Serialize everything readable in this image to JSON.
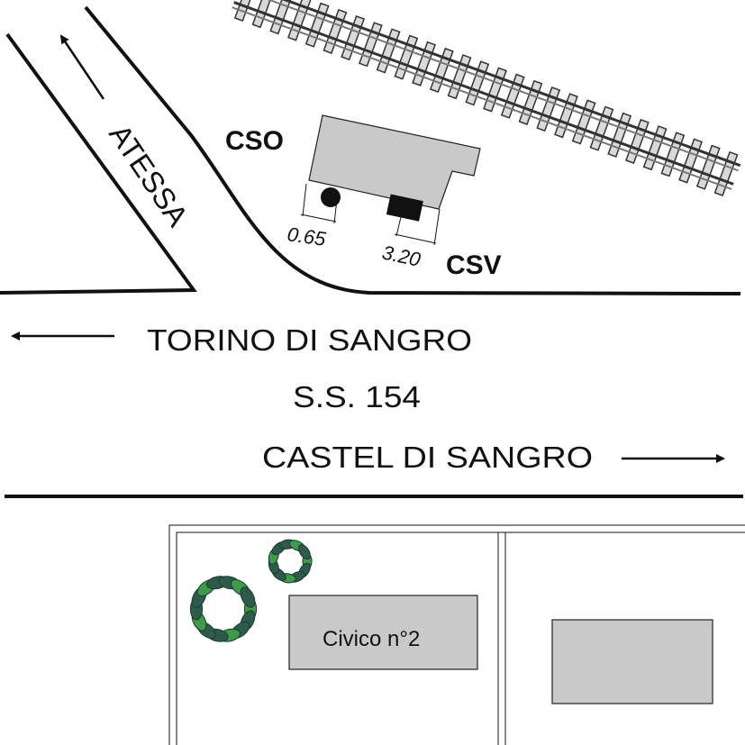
{
  "labels": {
    "atessa": "ATESSA",
    "cso": "CSO",
    "csv": "CSV",
    "dim_cso": "0.65",
    "dim_csv": "3.20",
    "torino": "TORINO DI SANGRO",
    "road_number": "S.S. 154",
    "castel": "CASTEL DI SANGRO",
    "civico": "Civico n°2"
  },
  "colors": {
    "ink": "#111111",
    "building_fill": "#c9c9c9",
    "tree_dark": "#2e5a4c",
    "tree_light": "#3f9a4a"
  },
  "icons": {
    "arrow_atessa": "arrow-up-left-icon",
    "arrow_torino": "arrow-left-icon",
    "arrow_castel": "arrow-right-icon",
    "railway": "railway-track-icon",
    "tree": "tree-canopy-icon"
  }
}
